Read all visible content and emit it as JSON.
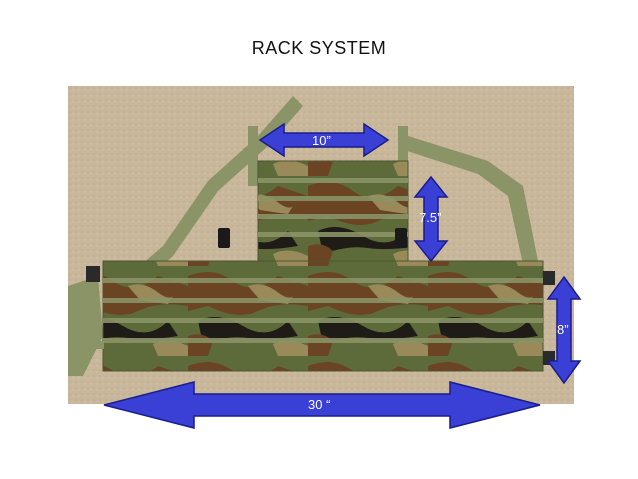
{
  "title": "RACK SYSTEM",
  "dimensions": {
    "top_width": "10”",
    "panel_height": "7.5”",
    "belt_height": "8”",
    "total_width": "30 “"
  },
  "colors": {
    "arrow_fill": "#3a3fd6",
    "arrow_stroke": "#1a1d8a",
    "carpet": "#c9b79b",
    "camo_green": "#5d6b3a",
    "camo_brown": "#6b4424",
    "camo_black": "#1f1c17",
    "camo_tan": "#9a8a5a",
    "webbing": "#8a9466"
  }
}
